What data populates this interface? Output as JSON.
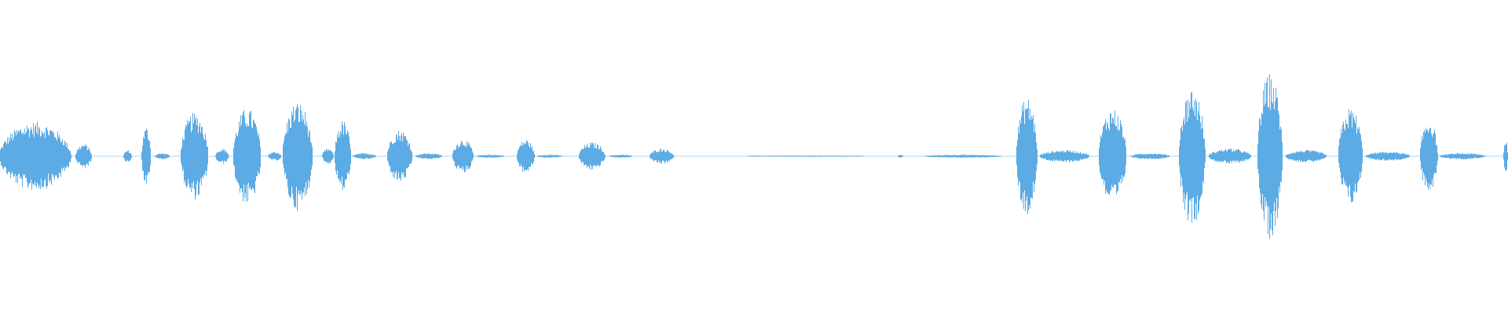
{
  "waveform": {
    "color": "#5dabe4",
    "background": "#ffffff",
    "bursts": [
      {
        "start": 0.0,
        "end": 0.055,
        "amp": 0.22
      },
      {
        "start": 0.05,
        "end": 0.062,
        "amp": 0.08
      },
      {
        "start": 0.082,
        "end": 0.088,
        "amp": 0.04
      },
      {
        "start": 0.094,
        "end": 0.101,
        "amp": 0.19
      },
      {
        "start": 0.103,
        "end": 0.114,
        "amp": 0.02
      },
      {
        "start": 0.12,
        "end": 0.141,
        "amp": 0.28
      },
      {
        "start": 0.143,
        "end": 0.153,
        "amp": 0.05
      },
      {
        "start": 0.155,
        "end": 0.176,
        "amp": 0.31
      },
      {
        "start": 0.178,
        "end": 0.188,
        "amp": 0.03
      },
      {
        "start": 0.188,
        "end": 0.21,
        "amp": 0.35
      },
      {
        "start": 0.214,
        "end": 0.222,
        "amp": 0.05
      },
      {
        "start": 0.222,
        "end": 0.234,
        "amp": 0.23
      },
      {
        "start": 0.234,
        "end": 0.252,
        "amp": 0.02
      },
      {
        "start": 0.257,
        "end": 0.276,
        "amp": 0.17
      },
      {
        "start": 0.276,
        "end": 0.296,
        "amp": 0.02
      },
      {
        "start": 0.3,
        "end": 0.316,
        "amp": 0.11
      },
      {
        "start": 0.316,
        "end": 0.338,
        "amp": 0.01
      },
      {
        "start": 0.343,
        "end": 0.356,
        "amp": 0.11
      },
      {
        "start": 0.356,
        "end": 0.376,
        "amp": 0.01
      },
      {
        "start": 0.384,
        "end": 0.404,
        "amp": 0.09
      },
      {
        "start": 0.404,
        "end": 0.422,
        "amp": 0.01
      },
      {
        "start": 0.431,
        "end": 0.449,
        "amp": 0.05
      },
      {
        "start": 0.472,
        "end": 0.62,
        "amp": 0.004
      },
      {
        "start": 0.595,
        "end": 0.599,
        "amp": 0.01
      },
      {
        "start": 0.612,
        "end": 0.675,
        "amp": 0.01
      },
      {
        "start": 0.674,
        "end": 0.69,
        "amp": 0.38
      },
      {
        "start": 0.69,
        "end": 0.728,
        "amp": 0.04
      },
      {
        "start": 0.729,
        "end": 0.75,
        "amp": 0.31
      },
      {
        "start": 0.75,
        "end": 0.78,
        "amp": 0.02
      },
      {
        "start": 0.782,
        "end": 0.802,
        "amp": 0.44
      },
      {
        "start": 0.802,
        "end": 0.834,
        "amp": 0.05
      },
      {
        "start": 0.834,
        "end": 0.853,
        "amp": 0.53
      },
      {
        "start": 0.853,
        "end": 0.884,
        "amp": 0.04
      },
      {
        "start": 0.888,
        "end": 0.906,
        "amp": 0.31
      },
      {
        "start": 0.906,
        "end": 0.94,
        "amp": 0.03
      },
      {
        "start": 0.942,
        "end": 0.955,
        "amp": 0.24
      },
      {
        "start": 0.955,
        "end": 0.99,
        "amp": 0.02
      },
      {
        "start": 0.997,
        "end": 1.0,
        "amp": 0.12
      }
    ]
  }
}
